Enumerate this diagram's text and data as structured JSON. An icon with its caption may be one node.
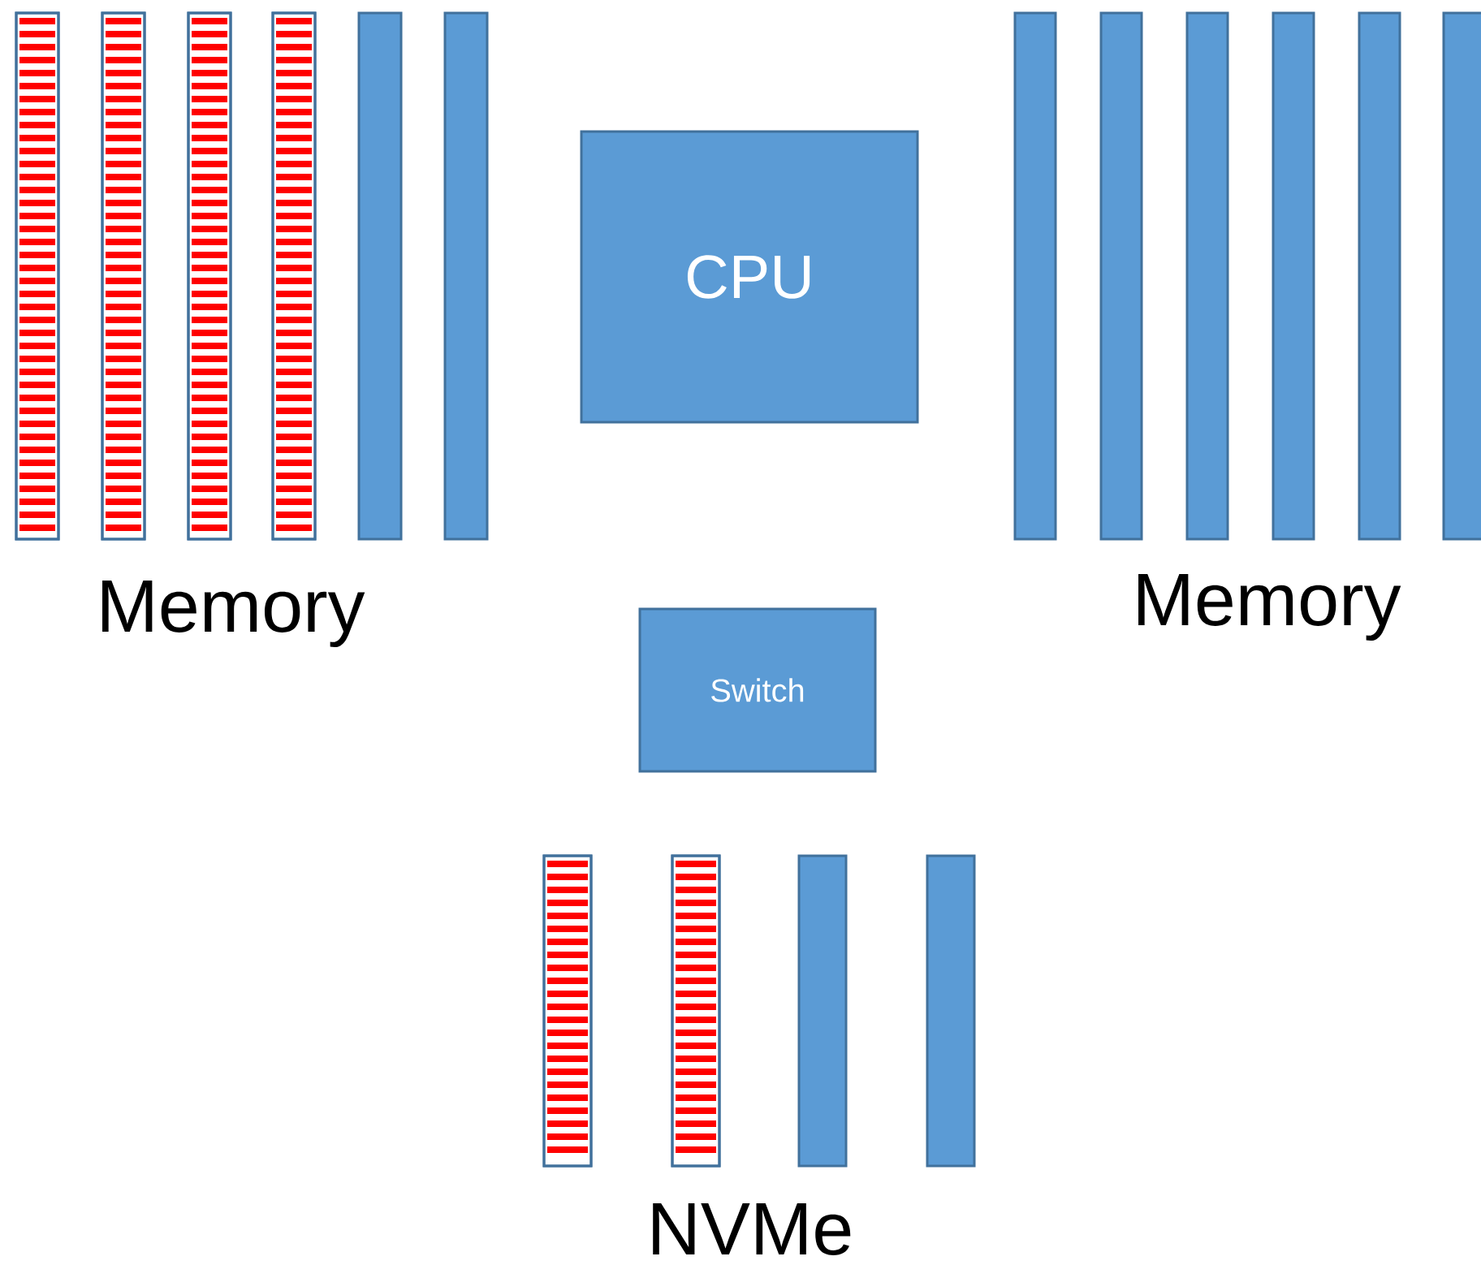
{
  "diagram": {
    "nodes": [
      {
        "text": [],
        "shape": "bar"
      },
      {
        "text": [],
        "shape": "bar"
      },
      {
        "text": [],
        "shape": "bar"
      },
      {
        "text": [],
        "shape": "bar"
      },
      {
        "text": [],
        "shape": "bar"
      },
      {
        "text": [],
        "shape": "bar"
      },
      {
        "text": [
          "CPU"
        ]
      },
      {
        "text": [],
        "shape": "bar"
      },
      {
        "text": [],
        "shape": "bar"
      },
      {
        "text": [],
        "shape": "bar"
      },
      {
        "text": [],
        "shape": "bar"
      },
      {
        "text": [],
        "shape": "bar"
      },
      {
        "text": [],
        "shape": "bar"
      },
      {
        "text": [
          "Switch"
        ]
      },
      {
        "text": [],
        "shape": "bar"
      },
      {
        "text": [],
        "shape": "bar"
      },
      {
        "text": [],
        "shape": "bar"
      },
      {
        "text": [],
        "shape": "bar"
      }
    ],
    "labels": [
      "Memory",
      "Memory",
      "NVMe"
    ]
  }
}
